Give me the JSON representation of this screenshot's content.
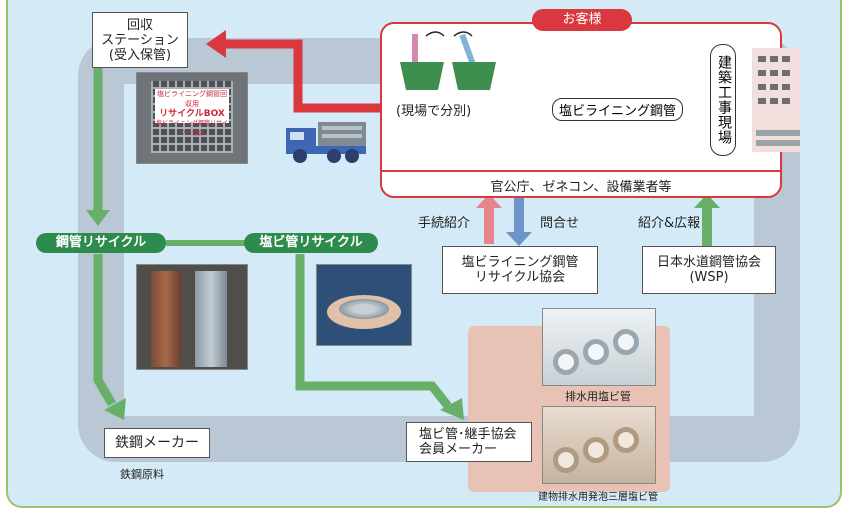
{
  "collection": {
    "station_label": "回収\nステーション\n(受入保管)"
  },
  "customer": {
    "header": "お客様",
    "sorting_label": "(現場で分別)",
    "pipe_label": "塩ビライニング鋼管",
    "site_label": "建築工事現場",
    "clients_label": "官公庁、ゼネコン、設備業者等"
  },
  "recycle": {
    "steel_pill": "鋼管リサイクル",
    "pvc_pill": "塩ビ管リサイクル"
  },
  "flows": {
    "procedure": "手続紹介",
    "inquiry": "問合せ",
    "intro_pr": "紹介&広報"
  },
  "associations": {
    "lining": "塩ビライニング鋼管\nリサイクル協会",
    "wsp": "日本水道鋼管協会\n(WSP)"
  },
  "makers": {
    "steel_maker": "鉄鋼メーカー",
    "steel_material": "鉄鋼原料",
    "pvc_maker": "塩ビ管･継手協会\n会員メーカー"
  },
  "photos": {
    "box_sign": "塩ビライニング鋼管回収用",
    "box_title": "リサイクルBOX",
    "box_sub": "塩ビライニング鋼管リサイクル協会",
    "drain_pipe": "排水用塩ビ管",
    "foam_pipe": "建物排水用発泡三層塩ビ管"
  },
  "colors": {
    "frame_border": "#9ac36a",
    "background": "#d4ebf7",
    "loop_band": "#b9c8d4",
    "red_arrow": "#d9393e",
    "green_arrow": "#68b06a",
    "pink_arrow": "#e6848c",
    "blue_arrow": "#6f94c9",
    "pill_green": "#2e8b4e",
    "maker_panel": "#e8c3b5"
  }
}
